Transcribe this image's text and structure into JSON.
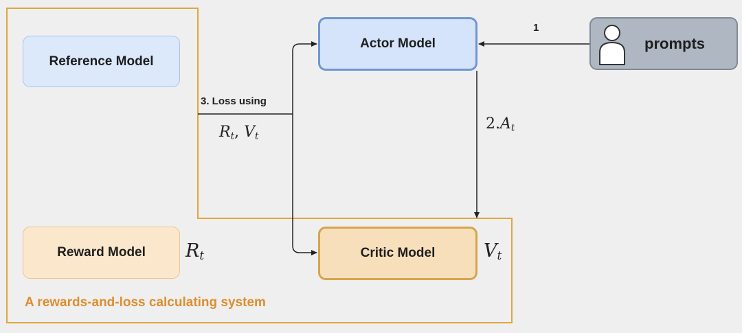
{
  "boxes": {
    "reference_model": "Reference Model",
    "reward_model": "Reward Model",
    "actor_model": "Actor Model",
    "critic_model": "Critic Model",
    "prompts": "prompts"
  },
  "edges": {
    "prompts_to_actor": "1",
    "actor_to_critic": {
      "prefix": "2.",
      "sym": "A",
      "sub": "t"
    },
    "loss_label": "3. Loss using",
    "loss_math": {
      "r": "R",
      "r_sub": "t",
      "sep": ", ",
      "v": "V",
      "v_sub": "t"
    }
  },
  "annotations": {
    "reward_value": {
      "sym": "R",
      "sub": "t"
    },
    "critic_value": {
      "sym": "V",
      "sub": "t"
    }
  },
  "system_label": "A rewards-and-loss calculating system",
  "colors": {
    "background": "#efefef",
    "system_border": "#e0a63e",
    "system_text": "#de8e2e",
    "actor_fill": "#d5e4fa",
    "actor_border": "#7095d3",
    "critic_fill": "#f8dfbb",
    "critic_border": "#d6a44c",
    "reference_fill": "#dce9fb",
    "reward_fill": "#fbe8cc",
    "prompts_fill": "#aeb7c2",
    "arrow": "#222222"
  },
  "icons": {
    "prompts": "user-icon"
  }
}
